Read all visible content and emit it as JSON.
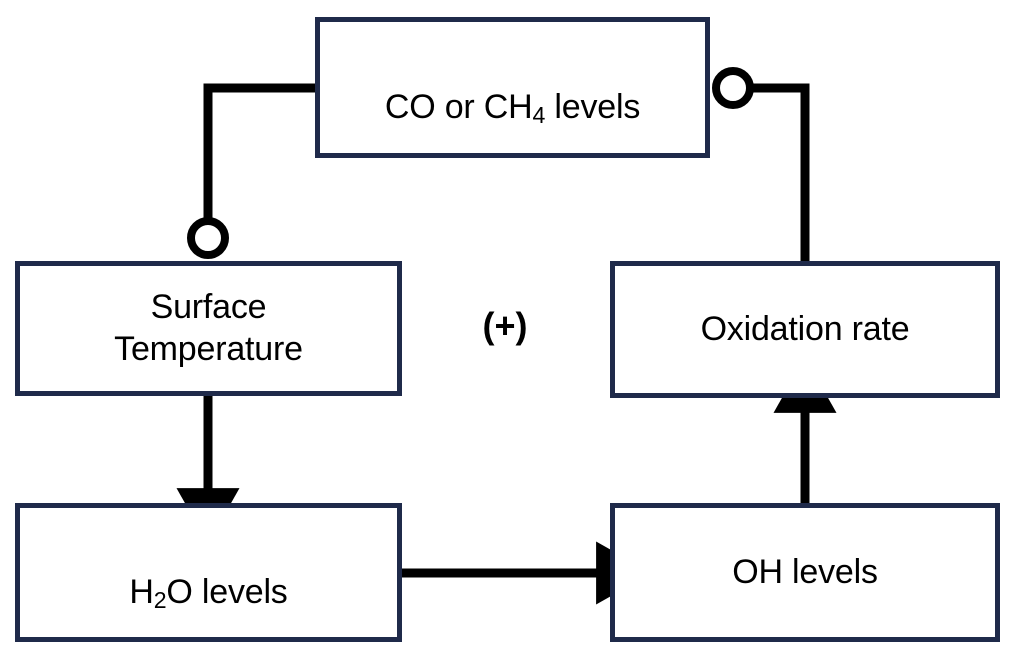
{
  "diagram": {
    "title": "",
    "type": "causal-loop-feedback-diagram",
    "colors": {
      "box_border": "#1f2a4a",
      "box_fill": "#ffffff",
      "connector": "#000000",
      "text": "#000000",
      "background": "#ffffff"
    },
    "nodes": [
      {
        "id": "co-ch4",
        "label": "CO or CH4 levels",
        "label_parts": {
          "before": "CO or CH",
          "sub": "4",
          "after": " levels"
        }
      },
      {
        "id": "surface-temperature",
        "label": "Surface\nTemperature"
      },
      {
        "id": "oxidation-rate",
        "label": "Oxidation rate"
      },
      {
        "id": "h2o-levels",
        "label": "H2O levels",
        "label_parts": {
          "before": "H",
          "sub": "2",
          "after": "O levels"
        }
      },
      {
        "id": "oh-levels",
        "label": "OH levels"
      }
    ],
    "edges": [
      {
        "id": "surface-temperature-to-co-ch4",
        "from": "surface-temperature",
        "to": "co-ch4",
        "marker": "circle"
      },
      {
        "id": "co-ch4-to-oxidation-rate",
        "from": "co-ch4",
        "to": "oxidation-rate",
        "marker": "circle"
      },
      {
        "id": "surface-temperature-to-h2o-levels",
        "from": "surface-temperature",
        "to": "h2o-levels",
        "marker": "arrow"
      },
      {
        "id": "h2o-levels-to-oh-levels",
        "from": "h2o-levels",
        "to": "oh-levels",
        "marker": "arrow"
      },
      {
        "id": "oh-levels-to-oxidation-rate",
        "from": "oh-levels",
        "to": "oxidation-rate",
        "marker": "arrow"
      }
    ],
    "polarity_label": "(+)"
  }
}
